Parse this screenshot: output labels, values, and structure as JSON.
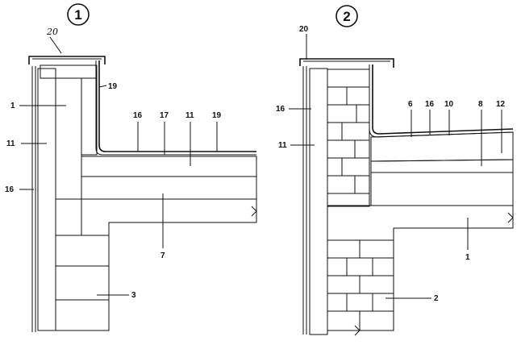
{
  "figures": [
    {
      "number": "1",
      "labels": {
        "a": "20",
        "b": "19",
        "c": "1",
        "d": "11",
        "e": "16",
        "f": "16",
        "g": "17",
        "h": "11",
        "i": "19",
        "j": "7",
        "k": "3"
      }
    },
    {
      "number": "2",
      "labels": {
        "a": "20",
        "b": "16",
        "c": "11",
        "d": "6",
        "e": "16",
        "f": "10",
        "g": "8",
        "h": "12",
        "i": "1",
        "j": "2"
      }
    }
  ]
}
